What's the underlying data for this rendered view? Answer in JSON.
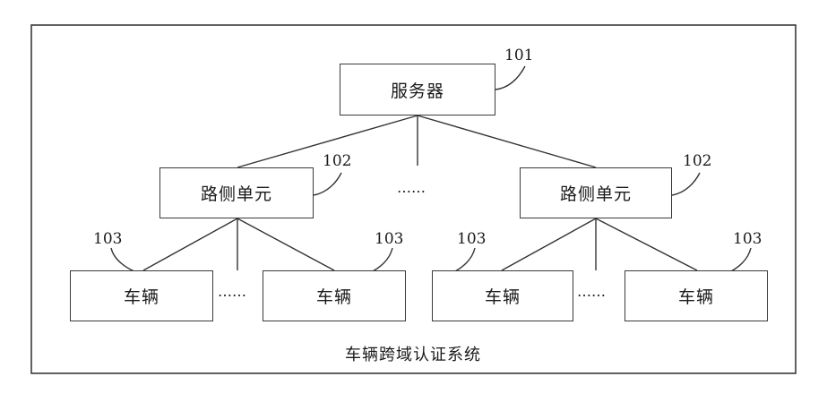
{
  "system": {
    "caption": "车辆跨域认证系统"
  },
  "server": {
    "label": "服务器",
    "ref": "101"
  },
  "rsu_left": {
    "label": "路侧单元",
    "ref": "102"
  },
  "rsu_right": {
    "label": "路侧单元",
    "ref": "102"
  },
  "vehicles": [
    {
      "label": "车辆",
      "ref": "103"
    },
    {
      "label": "车辆",
      "ref": "103"
    },
    {
      "label": "车辆",
      "ref": "103"
    },
    {
      "label": "车辆",
      "ref": "103"
    }
  ],
  "ellipsis": {
    "rsu_row": "……",
    "vehicle_row_left": "……",
    "vehicle_row_right": "……"
  }
}
